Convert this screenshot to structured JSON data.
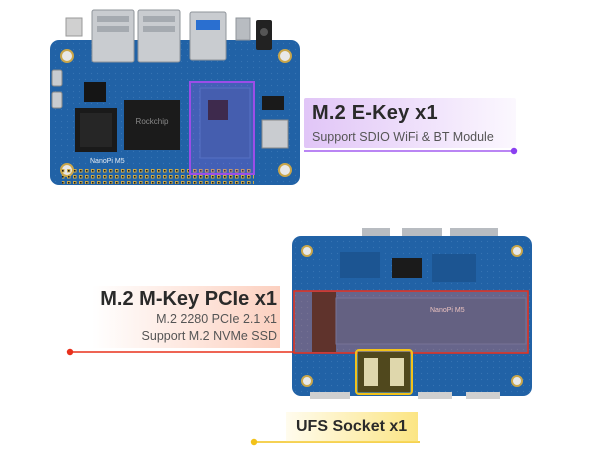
{
  "callouts": {
    "ekey": {
      "title": "M.2 E-Key x1",
      "subtitle": "Support SDIO WiFi & BT Module"
    },
    "mkey": {
      "title": "M.2 M-Key PCIe x1",
      "line1": "M.2 2280 PCIe 2.1 x1",
      "line2": "Support M.2 NVMe SSD"
    },
    "ufs": {
      "title": "UFS Socket x1"
    }
  },
  "board_labels": {
    "top_silk": "NanoPi M5",
    "bottom_silk": "NanoPi M5",
    "chip_left": "Rockchip"
  },
  "colors": {
    "board_blue": "#1f5fa0",
    "ekey_accent": "#8a3ff0",
    "mkey_accent": "#e8301c",
    "ufs_accent": "#f2c21a"
  },
  "icons": [
    "ethernet-port-icon",
    "usb-port-icon",
    "audio-jack-icon",
    "chip-icon"
  ]
}
